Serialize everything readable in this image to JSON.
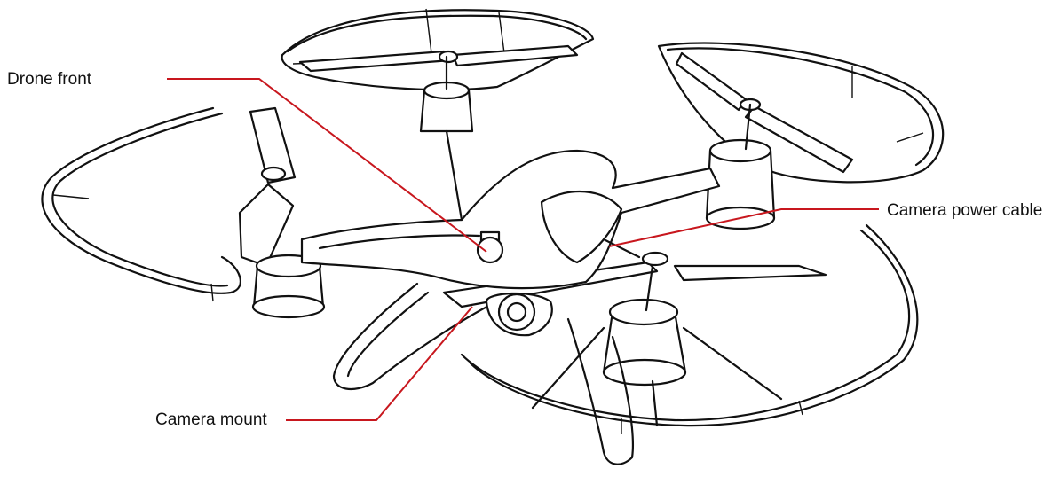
{
  "callouts": {
    "drone_front": "Drone front",
    "camera_power_cable": "Camera power cable",
    "camera_mount": "Camera mount"
  },
  "colors": {
    "leader_line": "#c8171e",
    "outline": "#111111",
    "background": "#ffffff"
  }
}
